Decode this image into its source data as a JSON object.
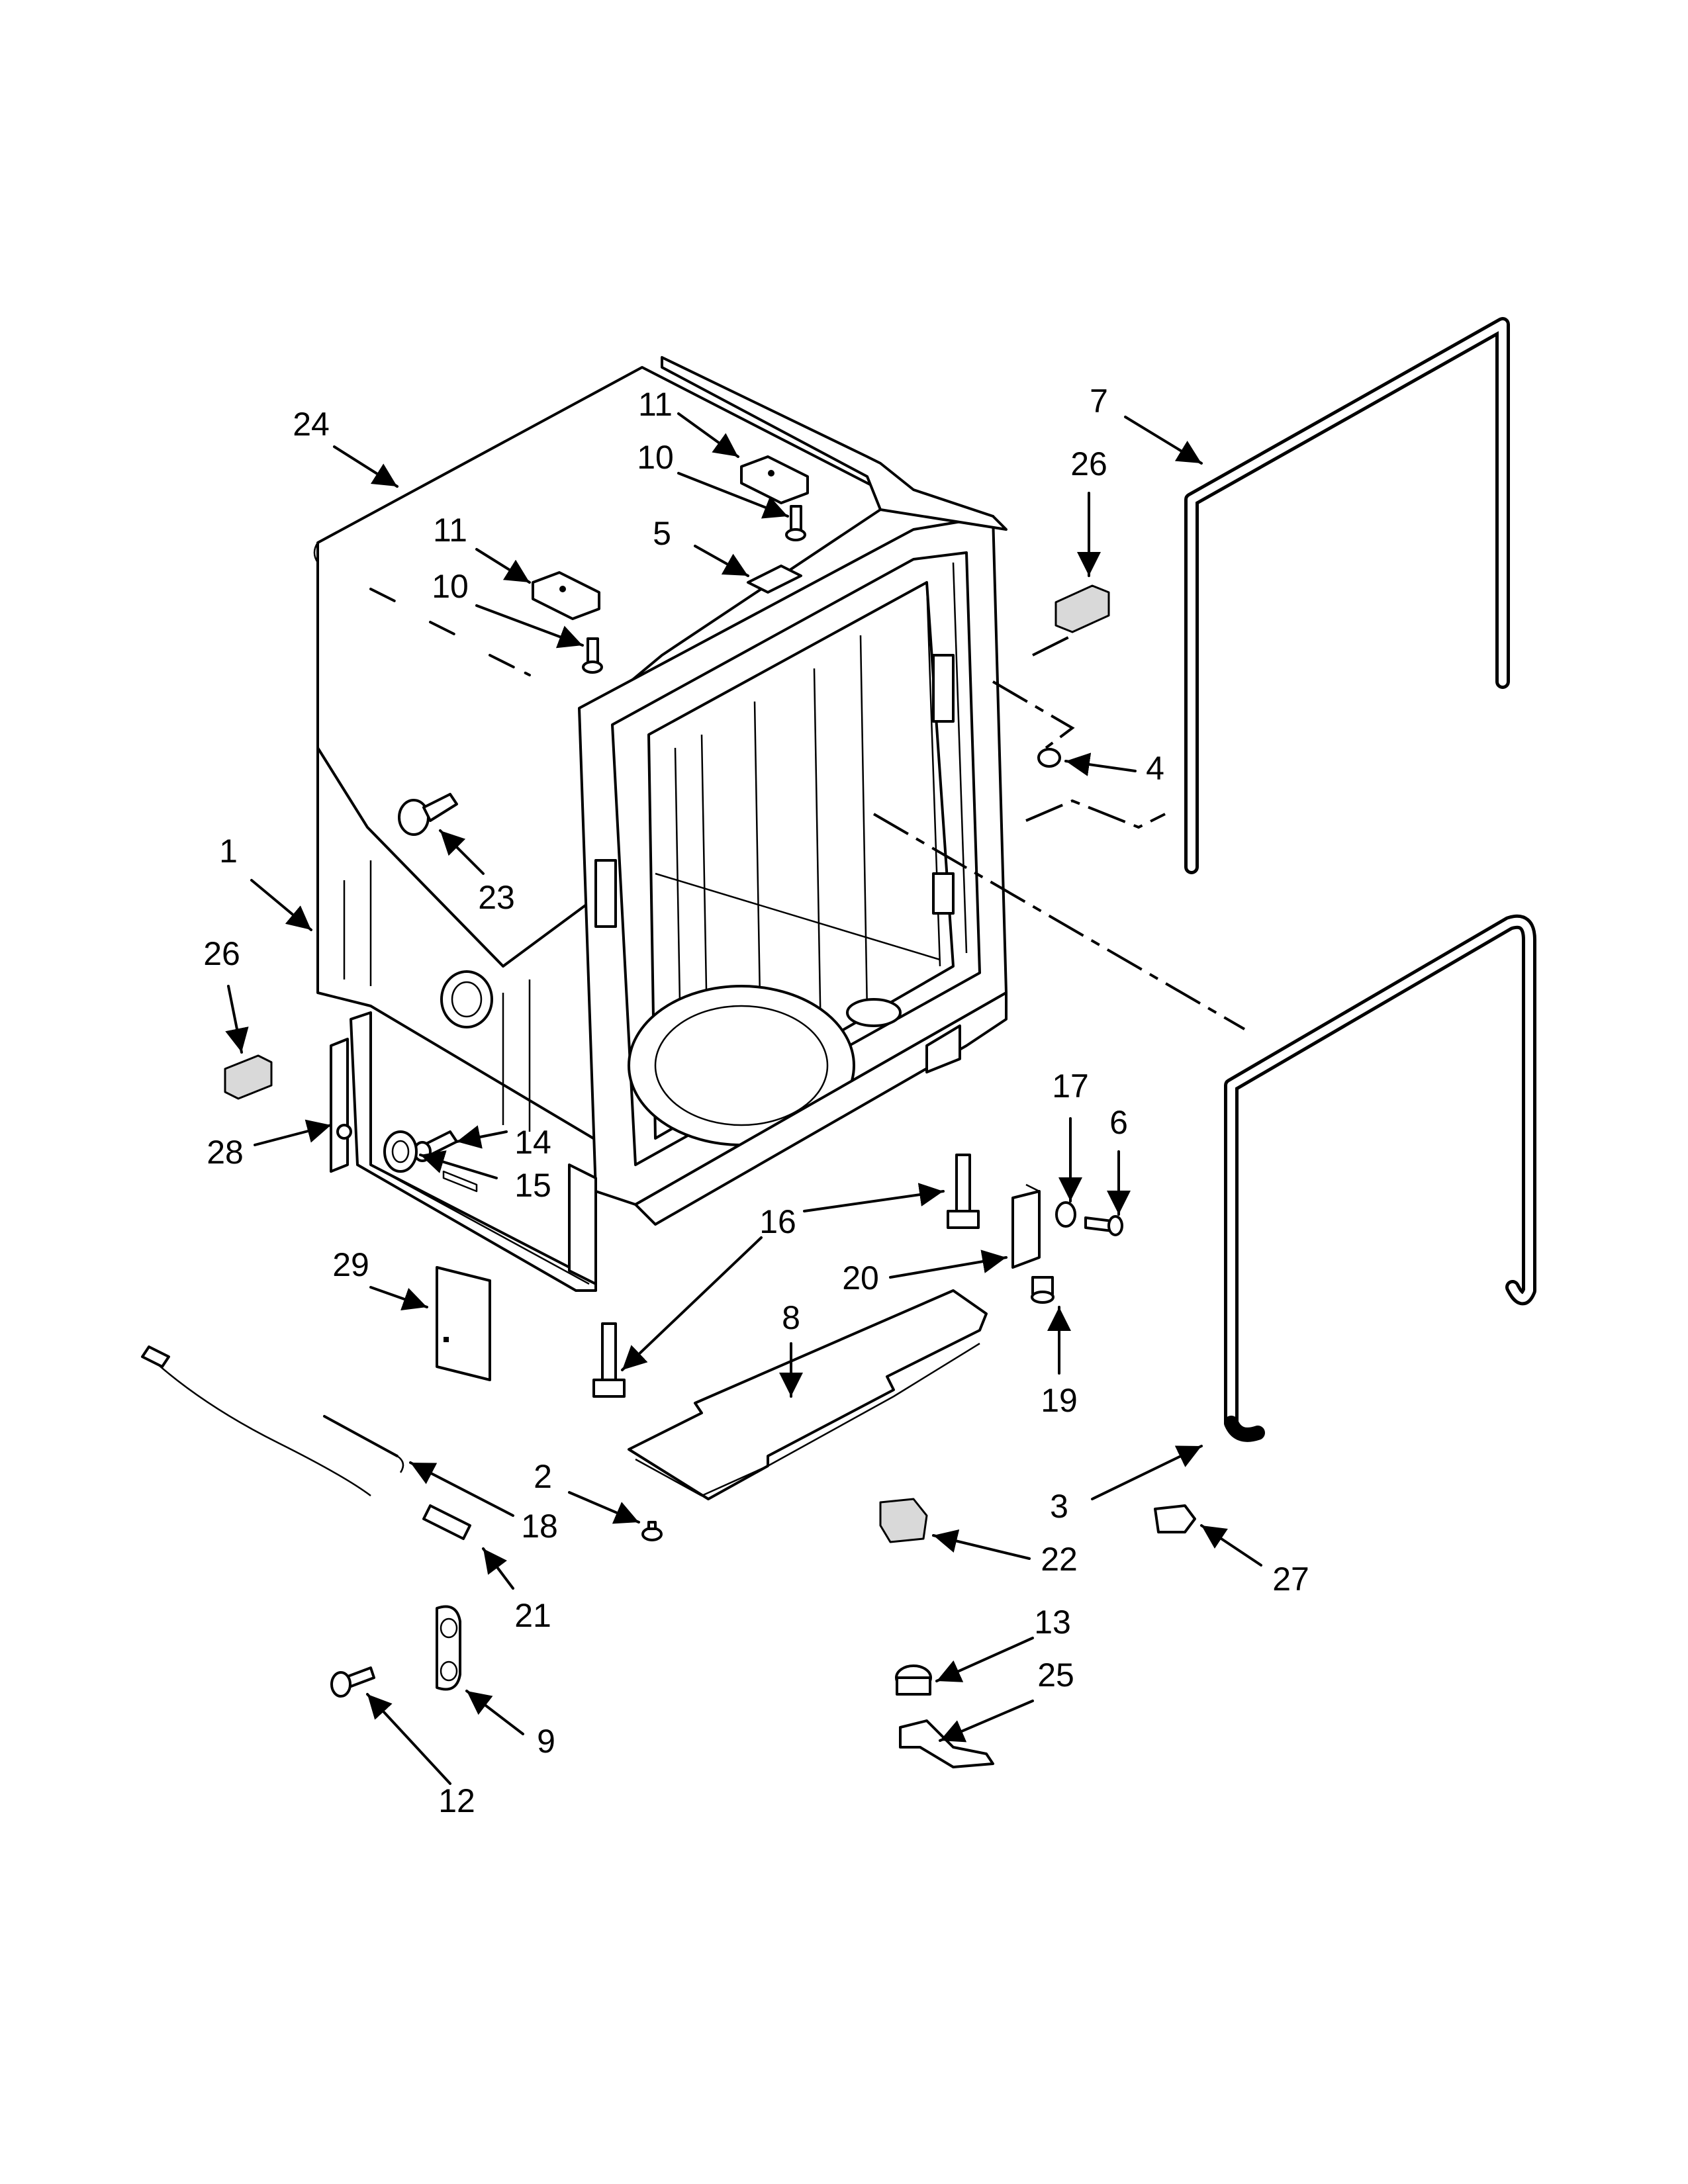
{
  "callouts": [
    {
      "id": "c1",
      "label": "1"
    },
    {
      "id": "c2",
      "label": "2"
    },
    {
      "id": "c3",
      "label": "3"
    },
    {
      "id": "c4",
      "label": "4"
    },
    {
      "id": "c5",
      "label": "5"
    },
    {
      "id": "c6",
      "label": "6"
    },
    {
      "id": "c7",
      "label": "7"
    },
    {
      "id": "c8",
      "label": "8"
    },
    {
      "id": "c9",
      "label": "9"
    },
    {
      "id": "c10a",
      "label": "10"
    },
    {
      "id": "c10b",
      "label": "10"
    },
    {
      "id": "c11a",
      "label": "11"
    },
    {
      "id": "c11b",
      "label": "11"
    },
    {
      "id": "c12",
      "label": "12"
    },
    {
      "id": "c13",
      "label": "13"
    },
    {
      "id": "c14",
      "label": "14"
    },
    {
      "id": "c15",
      "label": "15"
    },
    {
      "id": "c16a",
      "label": "16"
    },
    {
      "id": "c16b",
      "label": "16"
    },
    {
      "id": "c17",
      "label": "17"
    },
    {
      "id": "c18",
      "label": "18"
    },
    {
      "id": "c19",
      "label": "19"
    },
    {
      "id": "c20",
      "label": "20"
    },
    {
      "id": "c21",
      "label": "21"
    },
    {
      "id": "c22",
      "label": "22"
    },
    {
      "id": "c23",
      "label": "23"
    },
    {
      "id": "c24",
      "label": "24"
    },
    {
      "id": "c25",
      "label": "25"
    },
    {
      "id": "c26a",
      "label": "26"
    },
    {
      "id": "c26b",
      "label": "26"
    },
    {
      "id": "c27",
      "label": "27"
    },
    {
      "id": "c28",
      "label": "28"
    },
    {
      "id": "c29",
      "label": "29"
    }
  ]
}
